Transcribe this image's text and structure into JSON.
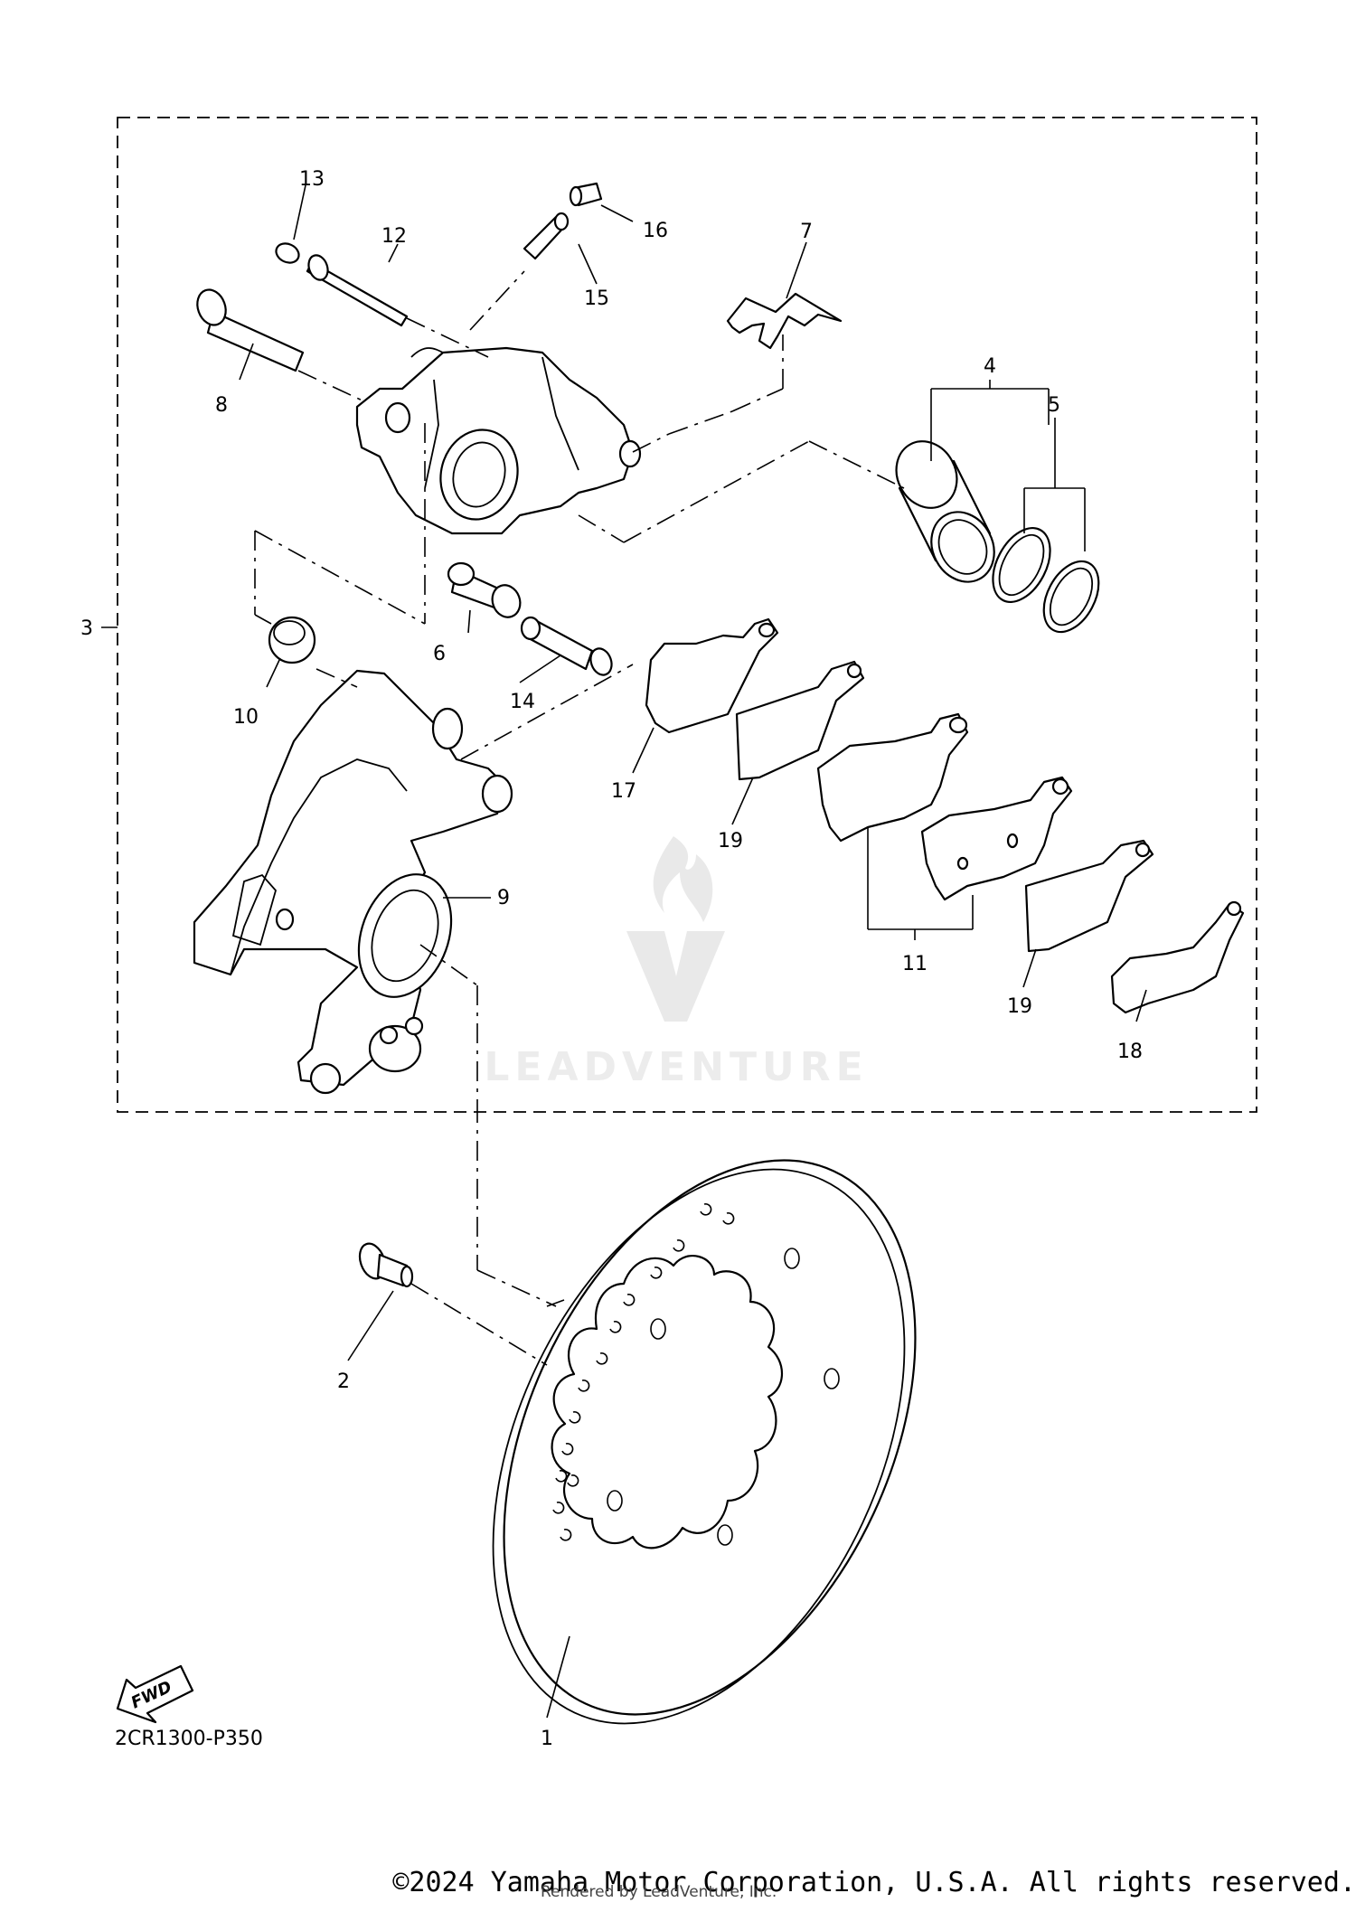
{
  "diagram": {
    "parts": [
      {
        "num": "1",
        "label": "1"
      },
      {
        "num": "2",
        "label": "2"
      },
      {
        "num": "3",
        "label": "3"
      },
      {
        "num": "4",
        "label": "4"
      },
      {
        "num": "5",
        "label": "5"
      },
      {
        "num": "6",
        "label": "6"
      },
      {
        "num": "7",
        "label": "7"
      },
      {
        "num": "8",
        "label": "8"
      },
      {
        "num": "9",
        "label": "9"
      },
      {
        "num": "10",
        "label": "10"
      },
      {
        "num": "11",
        "label": "11"
      },
      {
        "num": "12",
        "label": "12"
      },
      {
        "num": "13",
        "label": "13"
      },
      {
        "num": "14",
        "label": "14"
      },
      {
        "num": "15",
        "label": "15"
      },
      {
        "num": "16",
        "label": "16"
      },
      {
        "num": "17",
        "label": "17"
      },
      {
        "num": "18",
        "label": "18"
      },
      {
        "num": "19a",
        "label": "19"
      },
      {
        "num": "19b",
        "label": "19"
      }
    ],
    "fwd_label": "FWD",
    "diagram_code": "2CR1300-P350"
  },
  "watermark": {
    "text": "LEADVENTURE"
  },
  "footer": {
    "copyright": "©2024 Yamaha Motor Corporation, U.S.A. All rights reserved.",
    "rendered_by": "Rendered by LeadVenture, Inc."
  }
}
